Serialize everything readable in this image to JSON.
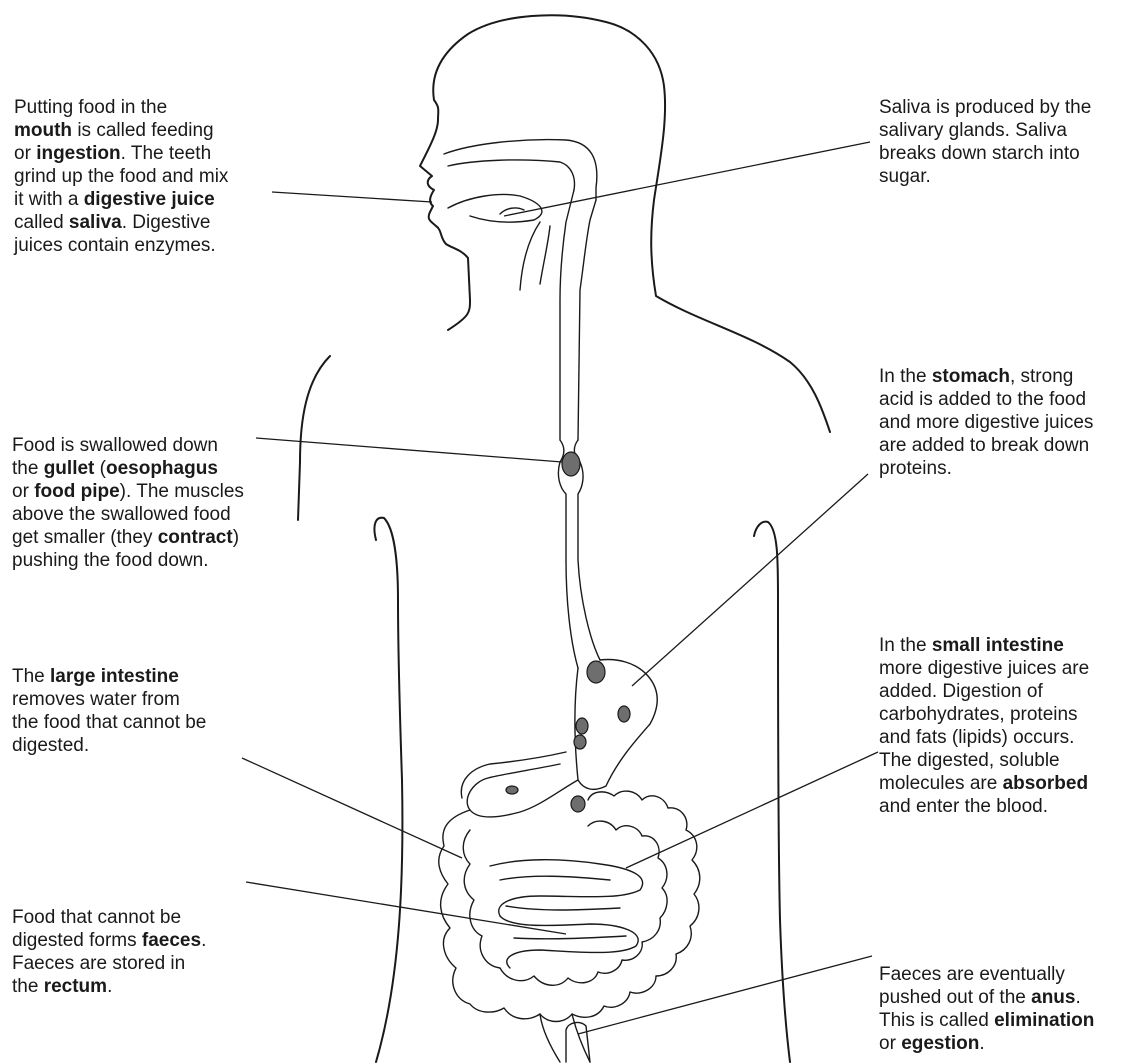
{
  "annotations": {
    "mouth": [
      [
        {
          "t": "Putting food in the"
        }
      ],
      [
        {
          "t": "mouth",
          "b": true
        },
        {
          "t": " is called feeding"
        }
      ],
      [
        {
          "t": "or "
        },
        {
          "t": "ingestion",
          "b": true
        },
        {
          "t": ". The teeth"
        }
      ],
      [
        {
          "t": "grind up the food and mix"
        }
      ],
      [
        {
          "t": "it with a "
        },
        {
          "t": "digestive juice",
          "b": true
        }
      ],
      [
        {
          "t": "called "
        },
        {
          "t": "saliva",
          "b": true
        },
        {
          "t": ". Digestive"
        }
      ],
      [
        {
          "t": "juices contain enzymes."
        }
      ]
    ],
    "saliva": [
      [
        {
          "t": "Saliva is produced by the"
        }
      ],
      [
        {
          "t": "salivary glands. Saliva"
        }
      ],
      [
        {
          "t": "breaks down starch into"
        }
      ],
      [
        {
          "t": "sugar."
        }
      ]
    ],
    "stomach": [
      [
        {
          "t": "In the "
        },
        {
          "t": "stomach",
          "b": true
        },
        {
          "t": ", strong"
        }
      ],
      [
        {
          "t": "acid is added to the food"
        }
      ],
      [
        {
          "t": "and more digestive juices"
        }
      ],
      [
        {
          "t": "are added to break down"
        }
      ],
      [
        {
          "t": "proteins."
        }
      ]
    ],
    "gullet": [
      [
        {
          "t": "Food is swallowed down"
        }
      ],
      [
        {
          "t": "the "
        },
        {
          "t": "gullet",
          "b": true
        },
        {
          "t": " ("
        },
        {
          "t": "oesophagus",
          "b": true
        }
      ],
      [
        {
          "t": "or "
        },
        {
          "t": "food pipe",
          "b": true
        },
        {
          "t": "). The muscles"
        }
      ],
      [
        {
          "t": "above the swallowed food"
        }
      ],
      [
        {
          "t": "get smaller (they "
        },
        {
          "t": "contract",
          "b": true
        },
        {
          "t": ")"
        }
      ],
      [
        {
          "t": "pushing the food down."
        }
      ]
    ],
    "large_intestine": [
      [
        {
          "t": "The "
        },
        {
          "t": "large intestine",
          "b": true
        }
      ],
      [
        {
          "t": "removes water from"
        }
      ],
      [
        {
          "t": "the food that cannot be"
        }
      ],
      [
        {
          "t": "digested."
        }
      ]
    ],
    "small_intestine": [
      [
        {
          "t": "In the "
        },
        {
          "t": "small intestine",
          "b": true
        }
      ],
      [
        {
          "t": "more digestive juices are"
        }
      ],
      [
        {
          "t": "added. Digestion of"
        }
      ],
      [
        {
          "t": "carbohydrates, proteins"
        }
      ],
      [
        {
          "t": "and fats (lipids) occurs."
        }
      ],
      [
        {
          "t": "The digested, soluble"
        }
      ],
      [
        {
          "t": "molecules are "
        },
        {
          "t": "absorbed",
          "b": true
        }
      ],
      [
        {
          "t": "and enter the blood."
        }
      ]
    ],
    "rectum": [
      [
        {
          "t": "Food that cannot be"
        }
      ],
      [
        {
          "t": "digested forms "
        },
        {
          "t": "faeces",
          "b": true
        },
        {
          "t": "."
        }
      ],
      [
        {
          "t": "Faeces are stored in"
        }
      ],
      [
        {
          "t": "the "
        },
        {
          "t": "rectum",
          "b": true
        },
        {
          "t": "."
        }
      ]
    ],
    "anus": [
      [
        {
          "t": "Faeces are eventually"
        }
      ],
      [
        {
          "t": "pushed out of the "
        },
        {
          "t": "anus",
          "b": true
        },
        {
          "t": "."
        }
      ],
      [
        {
          "t": "This is called "
        },
        {
          "t": "elimination",
          "b": true
        }
      ],
      [
        {
          "t": "or "
        },
        {
          "t": "egestion",
          "b": true
        },
        {
          "t": "."
        }
      ]
    ]
  },
  "colors": {
    "outline": "#1a1a1a",
    "food_bolus": "#6e6e6e",
    "background": "#ffffff"
  }
}
